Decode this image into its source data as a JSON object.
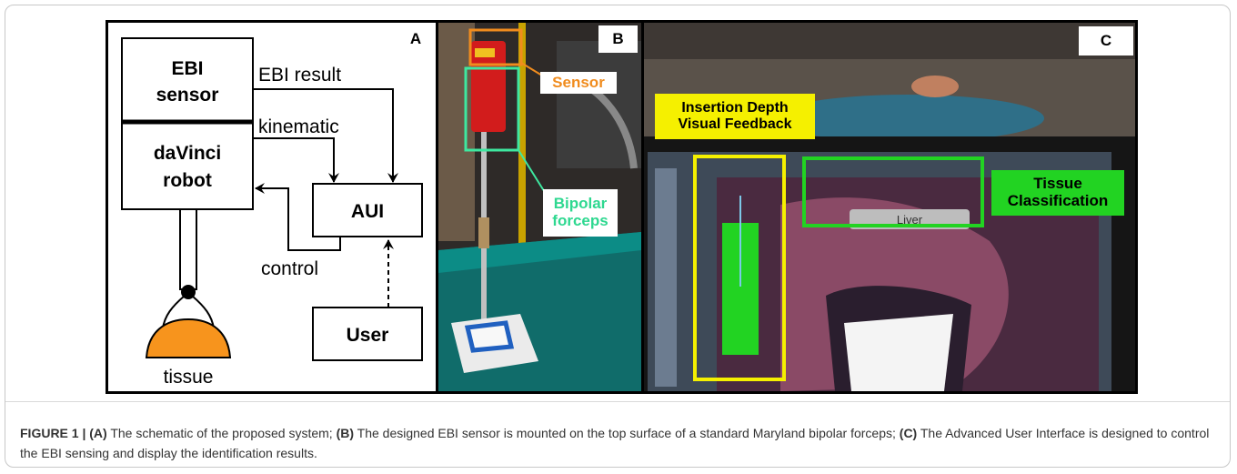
{
  "figure": {
    "panel_a": {
      "letter": "A",
      "sensor_box": [
        "EBI",
        "sensor"
      ],
      "robot_box": [
        "daVinci",
        "robot"
      ],
      "aui_box": "AUI",
      "user_box": "User",
      "arrow_ebi_result": "EBI result",
      "arrow_kinematic": "kinematic",
      "arrow_control": "control",
      "tissue_label": "tissue"
    },
    "panel_b": {
      "letter": "B",
      "sensor_label": "Sensor",
      "forceps_label": [
        "Bipolar",
        "forceps"
      ]
    },
    "panel_c": {
      "letter": "C",
      "depth_label": [
        "Insertion Depth",
        "Visual Feedback"
      ],
      "tissue_label": [
        "Tissue",
        "Classification"
      ],
      "screen_tag": "Liver"
    }
  },
  "caption": {
    "fig_label": "FIGURE 1 |",
    "a_ref": "(A)",
    "a_text": " The schematic of the proposed system; ",
    "b_ref": "(B)",
    "b_text": " The designed EBI sensor is mounted on the top surface of a standard Maryland bipolar forceps; ",
    "c_ref": "(C)",
    "c_text": " The Advanced User Interface is designed to control the EBI sensing and display the identification results."
  },
  "colors": {
    "sensor_orange": "#f08c1e",
    "forceps_green": "#3ee8a0",
    "depth_yellow": "#f5f000",
    "classification_green": "#22d322",
    "tissue_orange": "#f7941d"
  }
}
